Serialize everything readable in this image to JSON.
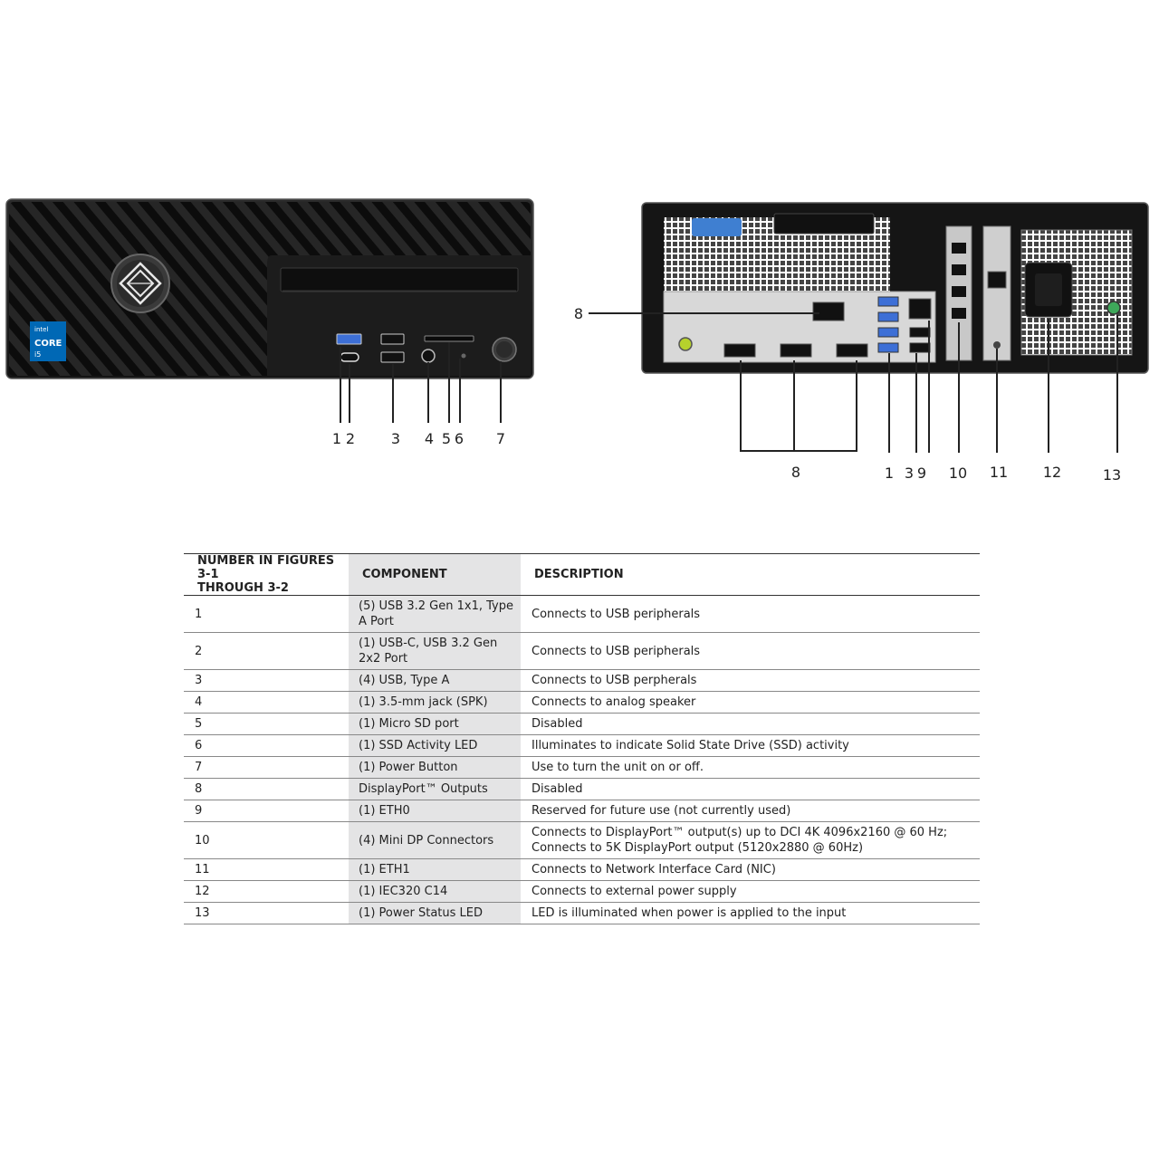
{
  "front_view": {
    "badge_line1": "intel",
    "badge_line2": "CORE",
    "badge_line3": "i5",
    "callouts": [
      "1",
      "2",
      "3",
      "4",
      "5",
      "6",
      "7"
    ]
  },
  "rear_view": {
    "callouts": [
      "8",
      "8",
      "1",
      "3",
      "9",
      "10",
      "11",
      "12",
      "13"
    ]
  },
  "table": {
    "headers": {
      "number_line1": "NUMBER IN FIGURES 3-1",
      "number_line2": "THROUGH 3-2",
      "component": "COMPONENT",
      "description": "DESCRIPTION"
    },
    "rows": [
      {
        "num": "1",
        "component": "(5) USB 3.2 Gen 1x1, Type A Port",
        "description": "Connects to USB peripherals"
      },
      {
        "num": "2",
        "component": "(1) USB-C, USB 3.2 Gen 2x2 Port",
        "description": "Connects to USB peripherals"
      },
      {
        "num": "3",
        "component": "(4) USB, Type A",
        "description": "Connects to USB perpherals"
      },
      {
        "num": "4",
        "component": "(1) 3.5-mm jack (SPK)",
        "description": "Connects to analog speaker"
      },
      {
        "num": "5",
        "component": "(1) Micro SD port",
        "description": "Disabled"
      },
      {
        "num": "6",
        "component": "(1) SSD Activity LED",
        "description": "Illuminates to indicate Solid State Drive (SSD) activity"
      },
      {
        "num": "7",
        "component": "(1) Power Button",
        "description": "Use to turn the unit on or off."
      },
      {
        "num": "8",
        "component": "DisplayPort™ Outputs",
        "description": "Disabled"
      },
      {
        "num": "9",
        "component": "(1) ETH0",
        "description": "Reserved for future use (not currently used)"
      },
      {
        "num": "10",
        "component": "(4) Mini DP Connectors",
        "description": "Connects to DisplayPort™ output(s) up to DCI 4K 4096x2160 @ 60 Hz;",
        "description_line2": "Connects to 5K DisplayPort output (5120x2880 @ 60Hz)"
      },
      {
        "num": "11",
        "component": "(1) ETH1",
        "description": "Connects to Network Interface Card (NIC)"
      },
      {
        "num": "12",
        "component": "(1) IEC320 C14",
        "description": "Connects to external power supply"
      },
      {
        "num": "13",
        "component": "(1) Power Status LED",
        "description": "LED is illuminated when power is applied to the input"
      }
    ]
  }
}
